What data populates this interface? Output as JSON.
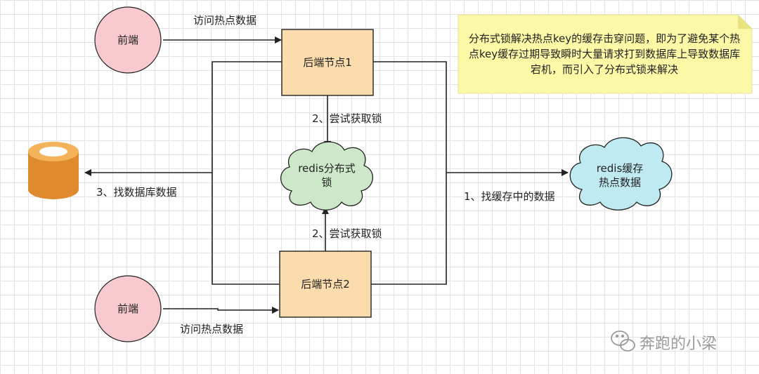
{
  "nodes": {
    "frontend_top": "前端",
    "frontend_bottom": "前端",
    "backend_node_1": "后端节点1",
    "backend_node_2": "后端节点2",
    "redis_lock": "redis分布式\n锁",
    "redis_cache": "redis缓存\n热点数据"
  },
  "edges": {
    "access_hot_top": "访问热点数据",
    "access_hot_bottom": "访问热点数据",
    "try_lock_top": "2、尝试获取锁",
    "try_lock_bottom": "2、尝试获取锁",
    "find_db": "3、找数据库数据",
    "find_cache": "1、找缓存中的数据"
  },
  "note": "分布式锁解决热点key的缓存击穿问题，即为了避免某个热点key缓存过期导致瞬时大量请求打到数据库上导致数据库宕机，而引入了分布式锁来解决",
  "watermark": "奔跑的小梁",
  "colors": {
    "frontend_fill": "#f8c9cf",
    "backend_fill": "#fbdcac",
    "lock_fill": "#cde8c8",
    "cache_fill": "#bfeaf2",
    "db_fill": "#e08a2e",
    "note_fill": "#fbf8a6",
    "line": "#222222"
  }
}
